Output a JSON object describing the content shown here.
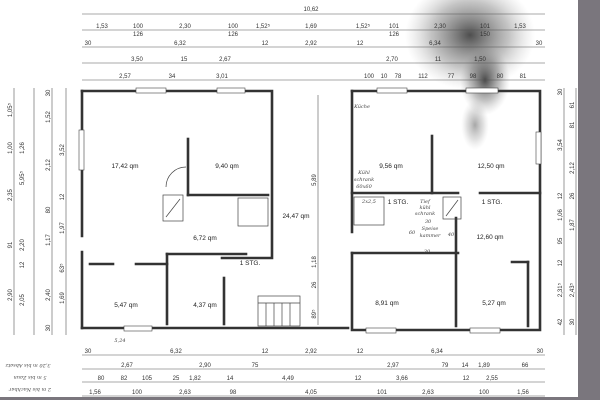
{
  "dimensions": {
    "top": {
      "overall": "10,62",
      "row1": [
        "1,53",
        "100",
        "2,30",
        "100",
        "1,52⁵",
        "1,69",
        "1,52⁵",
        "101",
        "2,30",
        "101",
        "1,53"
      ],
      "row1_sub": [
        "126",
        "126",
        "126",
        "150"
      ],
      "row2": [
        "30",
        "6,32",
        "12",
        "2,92",
        "12",
        "6,34",
        "30"
      ],
      "row3": [
        "3,50",
        "15",
        "2,67",
        "2,70",
        "11",
        "1,50"
      ],
      "row4": [
        "2,57",
        "34",
        "3,01",
        "100",
        "10",
        "78",
        "112",
        "77",
        "98",
        "80",
        "81"
      ]
    },
    "bottom": {
      "row1": [
        "30",
        "6,32",
        "12",
        "2,92",
        "12",
        "6,34",
        "30"
      ],
      "row2": [
        "2,67",
        "2,90",
        "75",
        "2,97",
        "79",
        "14",
        "1,89",
        "66"
      ],
      "row3": [
        "80",
        "82",
        "105",
        "25",
        "1,82",
        "14",
        "4,49",
        "12",
        "3,66",
        "12",
        "2,55"
      ],
      "row4": [
        "1,56",
        "100",
        "2,63",
        "98",
        "4,05",
        "101",
        "2,63",
        "100",
        "1,56"
      ]
    },
    "left": {
      "col1": [
        "1,05⁵",
        "1,00",
        "2,35",
        "91",
        "2,90"
      ],
      "col2": [
        "1,26",
        "2,20",
        "2,05",
        "12",
        "5,95⁵"
      ],
      "col3": [
        "30",
        "1,52",
        "2,12",
        "80",
        "1,17",
        "2,40",
        "30"
      ],
      "col4": [
        "3,52",
        "12",
        "1,97",
        "63⁵",
        "1,69"
      ]
    },
    "right": {
      "col1": [
        "30",
        "3,54",
        "12",
        "1,06",
        "95",
        "12",
        "2,31⁵",
        "42"
      ],
      "col2": [
        "61",
        "81",
        "2,12",
        "26",
        "1,87",
        "2,43⁵",
        "30"
      ]
    },
    "hall_height": "5,89",
    "stair": [
      "26",
      "1,18",
      "89⁵"
    ]
  },
  "rooms": [
    {
      "area": "17,42 qm"
    },
    {
      "area": "9,40 qm"
    },
    {
      "area": "6,72 qm"
    },
    {
      "area": "24,47 qm"
    },
    {
      "area": "5,47 qm"
    },
    {
      "area": "4,37 qm"
    },
    {
      "area": "9,56 qm"
    },
    {
      "area": "12,50 qm"
    },
    {
      "area": "12,60 qm"
    },
    {
      "area": "8,91 qm"
    },
    {
      "area": "5,27 qm"
    }
  ],
  "labels": [
    "1 STG.",
    "1 STG.",
    "1 STG."
  ],
  "handwritten": {
    "kitchen": "Küche",
    "fridge": [
      "Kühl",
      "schrank",
      "60x60"
    ],
    "freezer": [
      "Tief",
      "kühl",
      "schrank"
    ],
    "pantry": [
      "Speise",
      "kammer"
    ],
    "dims": [
      "30",
      "40",
      "30",
      "60"
    ],
    "shelf": "2x2,5",
    "note_bottom": "5,24",
    "side_notes": [
      "3,20 m bis Absatz",
      "5 m bis Zaun",
      "2 m bis Nachbar"
    ]
  },
  "colors": {
    "scan_border": "#7a767d",
    "ink": "#333333",
    "smudge": "#2a2a2a"
  }
}
